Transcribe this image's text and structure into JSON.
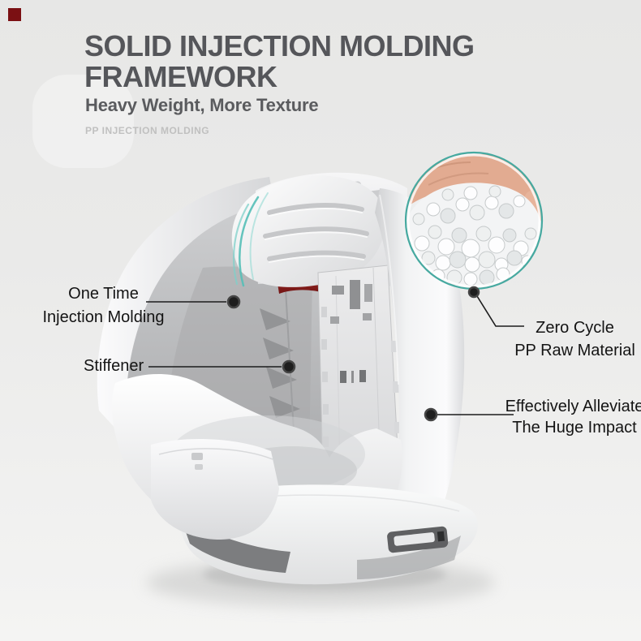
{
  "header": {
    "title": "SOLID INJECTION MOLDING FRAMEWORK",
    "subtitle": "Heavy Weight, More Texture",
    "tagline": "PP INJECTION MOLDING"
  },
  "callouts": {
    "one_time": {
      "line1": "One Time",
      "line2": "Injection Molding"
    },
    "stiffener": {
      "label": "Stiffener"
    },
    "zero_cycle": {
      "line1": "Zero Cycle",
      "line2": "PP Raw Material"
    },
    "alleviate": {
      "line1": "Effectively Alleviate",
      "line2": "The Huge Impact"
    }
  },
  "illustration": {
    "subject-icon": "car-seat-molded-frame",
    "inset-icon": "hand-holding-pp-pellets",
    "accent_marks": "molding-flex-arcs"
  },
  "colors": {
    "background_top": "#e7e7e6",
    "background_bottom": "#f4f4f3",
    "title_gray": "#55565a",
    "tagline_gray": "#c0c0c0",
    "callout_text": "#141414",
    "accent_teal": "#46a9a0",
    "accent_red": "#8f2220",
    "corner_mark_red": "#7b1013",
    "leader_line": "#1c1c1c"
  }
}
